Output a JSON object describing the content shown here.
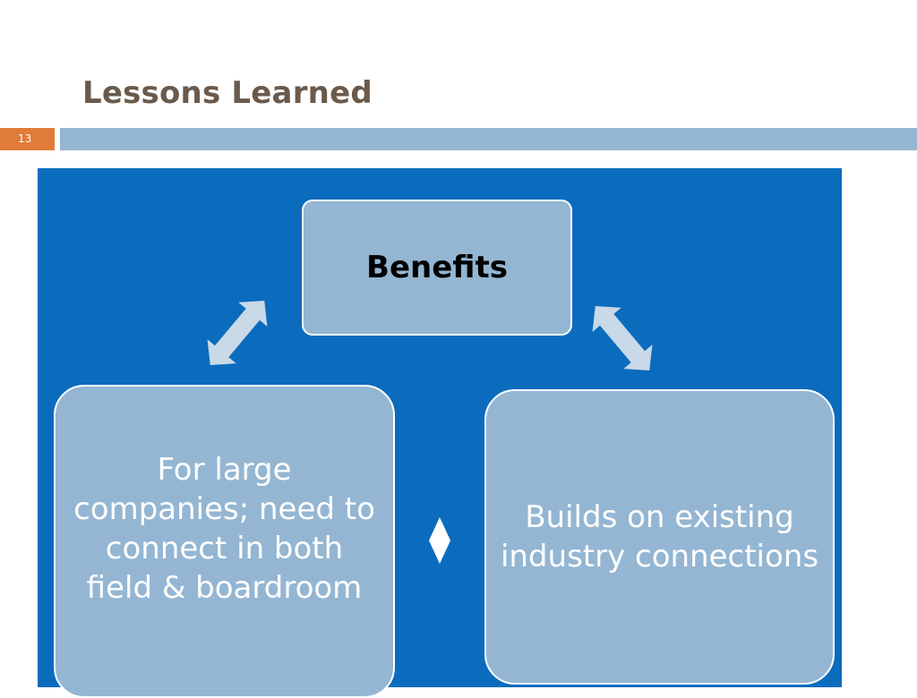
{
  "slide": {
    "title": "Lessons Learned",
    "number": "13"
  },
  "diagram": {
    "nodes": {
      "top": "Benefits",
      "left": "For large companies; need to connect in both field & boardroom",
      "right": "Builds on existing industry connections"
    }
  },
  "colors": {
    "title_text": "#6b5a4b",
    "slide_number_bg": "#e07b39",
    "title_bar": "#94b6d2",
    "panel_bg": "#0b6cbd",
    "node_fill": "#94b6d2",
    "arrow_fill": "#c9d9e8"
  },
  "icons": {
    "connector": "double-headed-arrow",
    "center_marker": "diamond"
  }
}
